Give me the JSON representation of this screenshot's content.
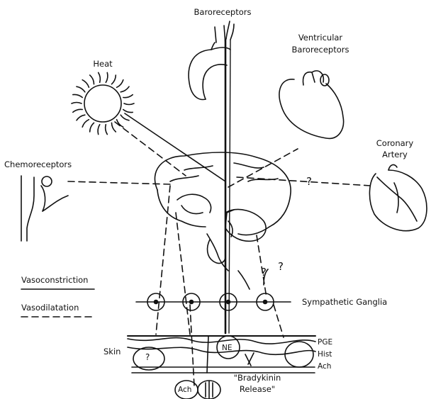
{
  "labels": {
    "baroreceptors": "Baroreceptors",
    "ventricular": [
      "Ventricular",
      "Baroreceptors"
    ],
    "heat": "Heat",
    "coronary": [
      "Coronary",
      "Artery"
    ],
    "chemoreceptors": "Chemoreceptors",
    "sympathetic_ganglia": "Sympathetic Ganglia",
    "skin": "Skin",
    "pge": "PGE",
    "hist": "Hist",
    "ach_right": "Ach",
    "ne": "NE",
    "ach_bottom": "Ach",
    "bradykinin": [
      "\"Bradykinin",
      "Release\""
    ],
    "question": "?"
  },
  "legend": {
    "vasoconstriction": "Vasoconstriction",
    "vasodilatation": "Vasodilatation"
  },
  "colors": {
    "ink": "#111111",
    "background": "#ffffff"
  }
}
